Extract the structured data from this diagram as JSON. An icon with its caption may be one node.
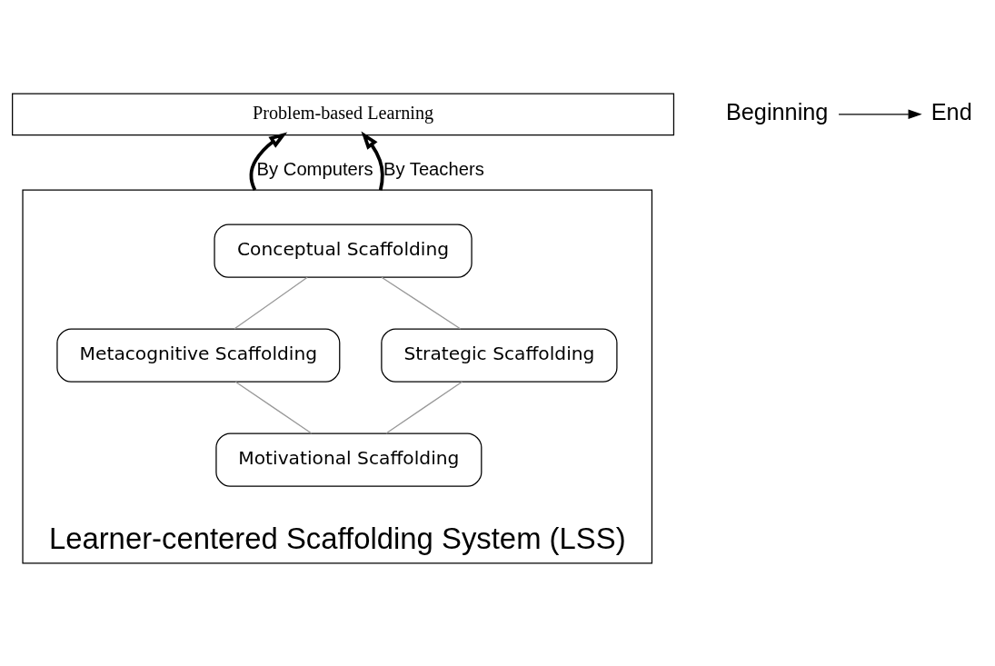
{
  "diagram": {
    "nodes": [
      {
        "text": [
          "Problem-based Learning"
        ]
      },
      {
        "text": [
          "Beginning"
        ]
      },
      {
        "text": [
          "End"
        ]
      },
      {
        "text": [
          "Learner-centered Scaffolding System (LSS)"
        ]
      },
      {
        "text": [
          "Conceptual Scaffolding"
        ],
        "in": 3
      },
      {
        "text": [
          "Metacognitive Scaffolding"
        ],
        "in": 3
      },
      {
        "text": [
          "Strategic Scaffolding"
        ],
        "in": 3
      },
      {
        "text": [
          "Motivational Scaffolding"
        ],
        "in": 3
      }
    ],
    "edges": [
      {
        "from": 1,
        "to": 2,
        "arrow": "to",
        "color": "#000000"
      },
      {
        "from": 3,
        "to": 0,
        "arrow": "to",
        "label": "By Computers",
        "style": "thick",
        "color": "#000000"
      },
      {
        "from": 3,
        "to": 0,
        "arrow": "to",
        "label": "By Teachers",
        "style": "thick",
        "color": "#000000"
      },
      {
        "from": 4,
        "to": 5,
        "arrow": "none",
        "color": "#999999"
      },
      {
        "from": 4,
        "to": 6,
        "arrow": "none",
        "color": "#999999"
      },
      {
        "from": 5,
        "to": 7,
        "arrow": "none",
        "color": "#999999"
      },
      {
        "from": 6,
        "to": 7,
        "arrow": "none",
        "color": "#999999"
      }
    ]
  }
}
